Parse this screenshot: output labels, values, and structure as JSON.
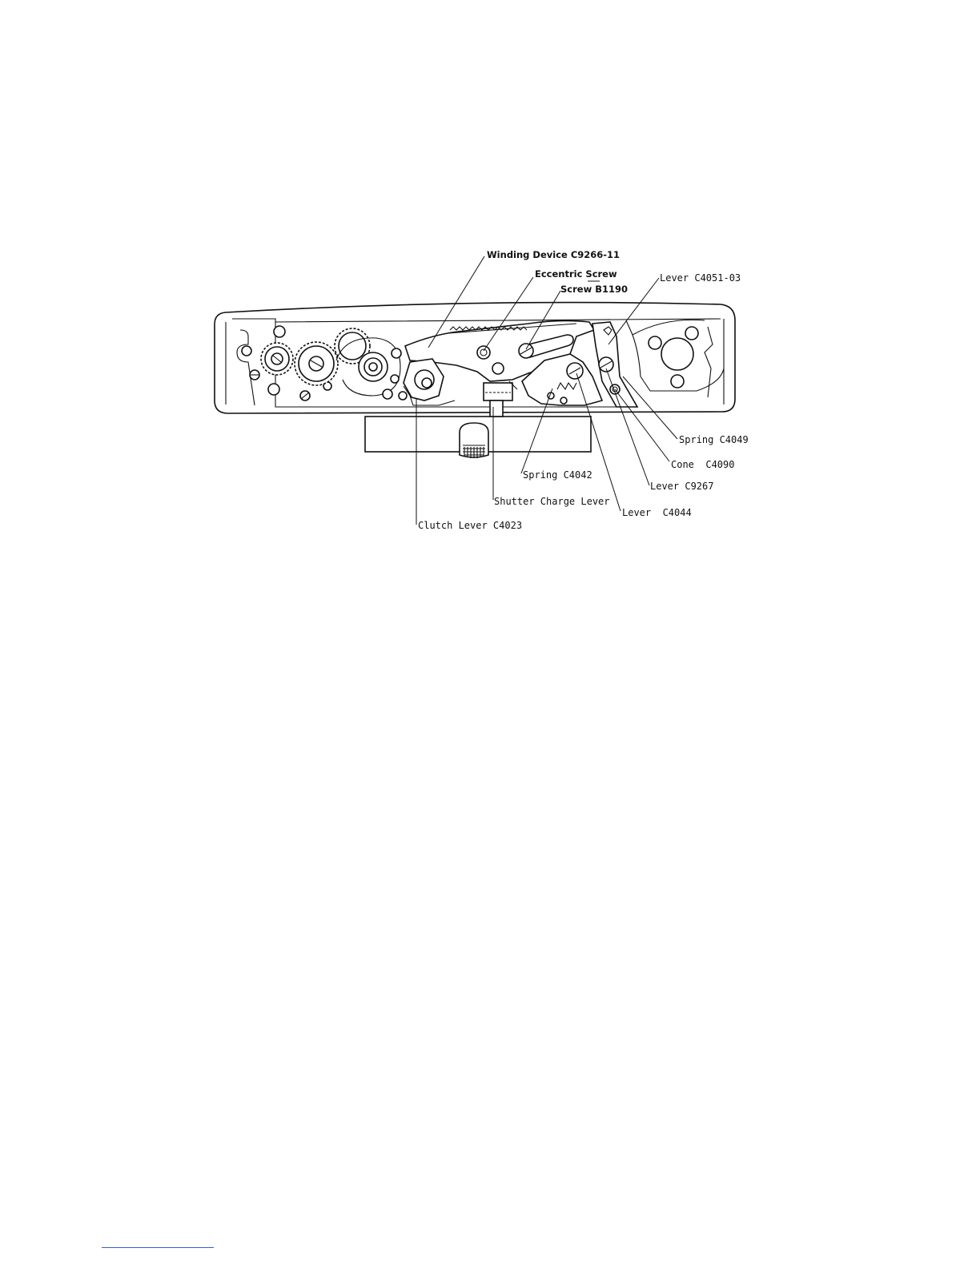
{
  "diagram": {
    "labels": {
      "winding_device": "Winding Device C9266-11",
      "eccentric_screw": "Eccentric Screw",
      "screw_b1190": "Screw B1190",
      "lever_c4051": "Lever C4051-03",
      "spring_c4049": "Spring C4049",
      "cone_c4090": "Cone  C4090",
      "lever_c9267": "Lever C9267",
      "lever_c4044": "Lever  C4044",
      "spring_c4042": "Spring C4042",
      "shutter_charge_lever": "Shutter Charge Lever",
      "clutch_lever_c4023": "Clutch Lever C4023"
    }
  }
}
